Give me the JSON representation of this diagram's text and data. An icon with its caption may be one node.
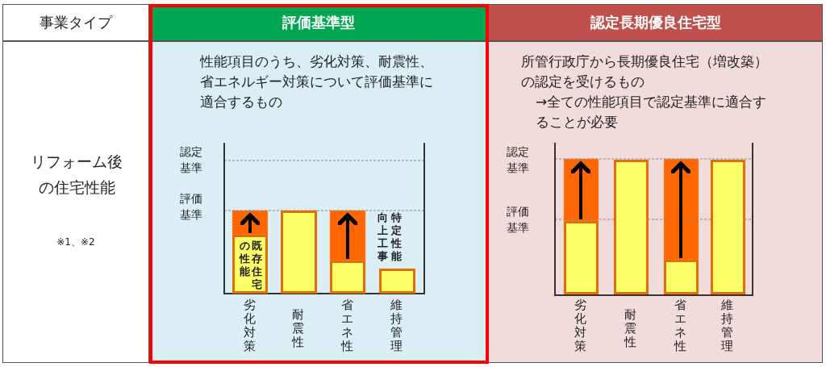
{
  "diagram": {
    "nodes": [
      {
        "text": [
          "事業タイプ"
        ]
      },
      {
        "text": [
          "評価基準型"
        ]
      },
      {
        "text": [
          "認定長期優良住宅型"
        ]
      },
      {
        "text": [
          "リフォーム後の住宅性能",
          "※1、※2"
        ]
      },
      {
        "text": [
          "性能項目のうち、劣化対策、耐震性、省エネルギー対策について評価基準に適合するもの"
        ]
      },
      {
        "text": [
          "所管行政庁から長期優良住宅（増改築）の認定を受けるもの",
          "→全ての性能項目で認定基準に適合することが必要"
        ]
      },
      {
        "text": [
          "既存住宅の性能"
        ],
        "in": 4,
        "beside": [
          "劣化対策"
        ]
      },
      {
        "text": [],
        "shape": "bar",
        "in": 4,
        "beside": [
          "耐震性"
        ]
      },
      {
        "text": [],
        "shape": "bar",
        "in": 4,
        "beside": [
          "省エネ性"
        ]
      },
      {
        "text": [],
        "shape": "bar",
        "in": 4,
        "beside": [
          "維持管理"
        ]
      },
      {
        "text": [],
        "shape": "bar",
        "in": 5,
        "beside": [
          "劣化対策"
        ]
      },
      {
        "text": [],
        "shape": "bar",
        "in": 5,
        "beside": [
          "耐震性"
        ]
      },
      {
        "text": [],
        "shape": "bar",
        "in": 5,
        "beside": [
          "省エネ性"
        ]
      },
      {
        "text": [],
        "shape": "bar",
        "in": 5,
        "beside": [
          "維持管理"
        ]
      }
    ],
    "edges": [],
    "labels": [
      "認定基準",
      "評価基準",
      "特定性能向上工事",
      "認定基準",
      "評価基準"
    ]
  }
}
